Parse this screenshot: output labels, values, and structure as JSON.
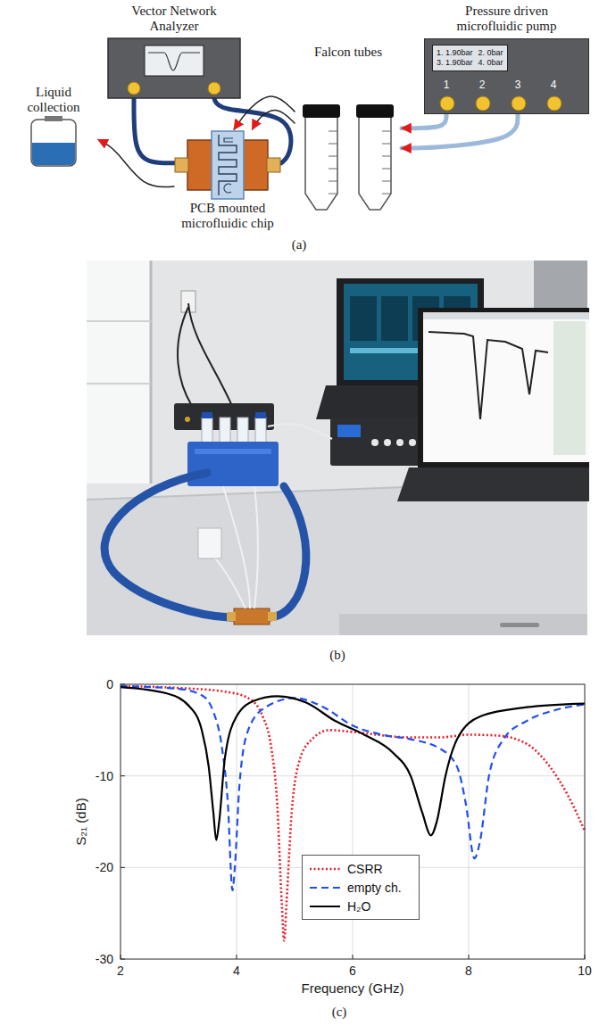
{
  "diagram": {
    "nodes": [
      {
        "text": [
          "Vector Network Analyzer"
        ]
      },
      {
        "text": [
          "Pressure driven microfluidic pump",
          "1",
          "2",
          "3",
          "4"
        ]
      },
      {
        "text": [
          "1. 1.90bar",
          "2. 0bar",
          "3. 1.90bar",
          "4. 0bar"
        ],
        "in": 1
      },
      {
        "text": [
          "Falcon tubes"
        ]
      },
      {
        "text": [
          "Liquid collection"
        ]
      },
      {
        "text": [
          "PCB mounted microfluidic chip"
        ]
      }
    ],
    "edges": [
      {
        "from": 0,
        "to": 5,
        "arrow": "none"
      },
      {
        "from": 0,
        "to": 5,
        "arrow": "none"
      },
      {
        "from": 1,
        "to": 3,
        "arrow": "to"
      },
      {
        "from": 1,
        "to": 3,
        "arrow": "to"
      },
      {
        "from": 3,
        "to": 5,
        "arrow": "to"
      },
      {
        "from": 3,
        "to": 5,
        "arrow": "to"
      },
      {
        "from": 5,
        "to": 4,
        "arrow": "to"
      }
    ],
    "labels": [
      "(a)",
      "(b)",
      "(c)",
      "0",
      "-10",
      "-20",
      "-30",
      "2",
      "4",
      "6",
      "8",
      "10",
      "S₂₁ (dB)",
      "Frequency (GHz)"
    ],
    "legend": [
      {
        "text": "CSRR"
      },
      {
        "text": "empty ch."
      },
      {
        "text": "H₂O"
      }
    ]
  }
}
